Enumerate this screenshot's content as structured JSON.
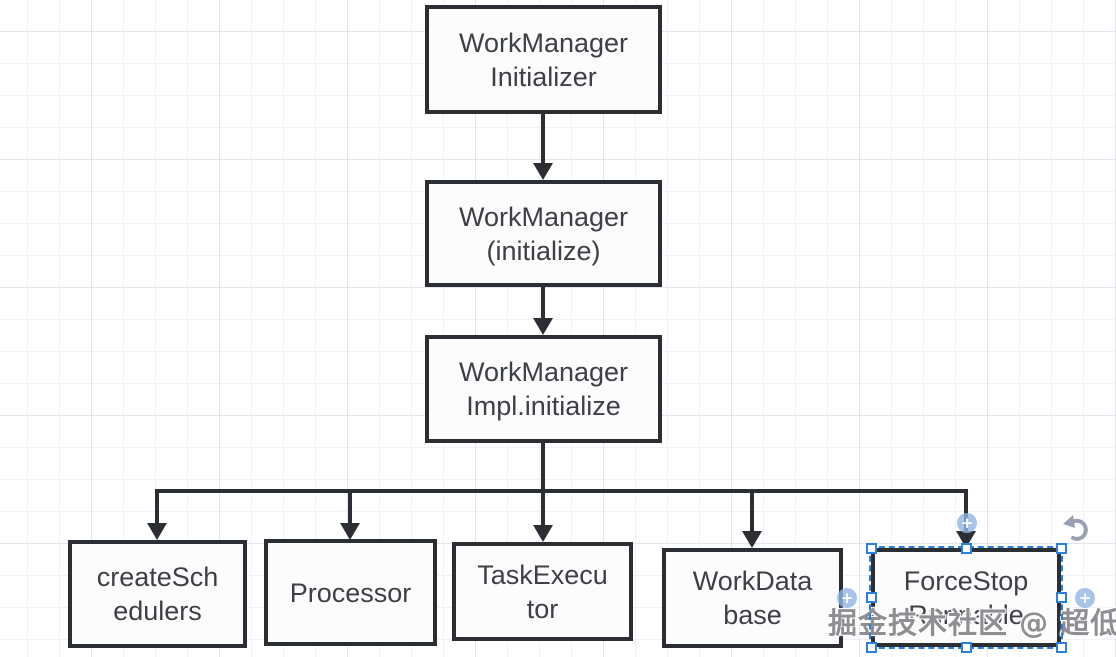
{
  "canvas": {
    "type": "flowchart-editor-canvas",
    "background_color": "#ffffff",
    "grid_minor_color": "#f2f2f6",
    "grid_major_color": "#e4e4ea"
  },
  "palette": {
    "node_border": "#2b2e33",
    "node_fill": "#fcfcfd",
    "node_text": "#3d4046",
    "connector": "#2b2e33",
    "selection_blue": "#2a7fe0",
    "connection_point_blue": "#91b6e4",
    "rotate_handle_gray": "#9aa0b2",
    "watermark_gray": "#7a7a80"
  },
  "nodes": [
    {
      "label": "WorkManager Initializer",
      "line1": "WorkManager",
      "line2": "Initializer",
      "selected": false
    },
    {
      "label": "WorkManager (initialize)",
      "line1": "WorkManager",
      "line2": "(initialize)",
      "selected": false
    },
    {
      "label": "WorkManager Impl.initialize",
      "line1": "WorkManager",
      "line2": "Impl.initialize",
      "selected": false
    },
    {
      "label": "createSchedulers",
      "line1": "createSch",
      "line2": "edulers",
      "selected": false
    },
    {
      "label": "Processor",
      "line1": "Processor",
      "line2": "",
      "selected": false
    },
    {
      "label": "TaskExecutor",
      "line1": "TaskExecu",
      "line2": "tor",
      "selected": false
    },
    {
      "label": "WorkDatabase",
      "line1": "WorkData",
      "line2": "base",
      "selected": false
    },
    {
      "label": "ForceStopRunnable",
      "line1": "ForceStop",
      "line2": "Runnable",
      "selected": true
    }
  ],
  "connectors": [
    {
      "from": "WorkManager Initializer",
      "to": "WorkManager (initialize)"
    },
    {
      "from": "WorkManager (initialize)",
      "to": "WorkManager Impl.initialize"
    },
    {
      "from": "WorkManager Impl.initialize",
      "to": "createSchedulers"
    },
    {
      "from": "WorkManager Impl.initialize",
      "to": "Processor"
    },
    {
      "from": "WorkManager Impl.initialize",
      "to": "TaskExecutor"
    },
    {
      "from": "WorkManager Impl.initialize",
      "to": "WorkDatabase"
    },
    {
      "from": "WorkManager Impl.initialize",
      "to": "ForceStopRunnable"
    }
  ],
  "ui": {
    "plus_glyph": "+"
  },
  "watermark": {
    "text": "掘金技术社区 @ 超低空"
  }
}
